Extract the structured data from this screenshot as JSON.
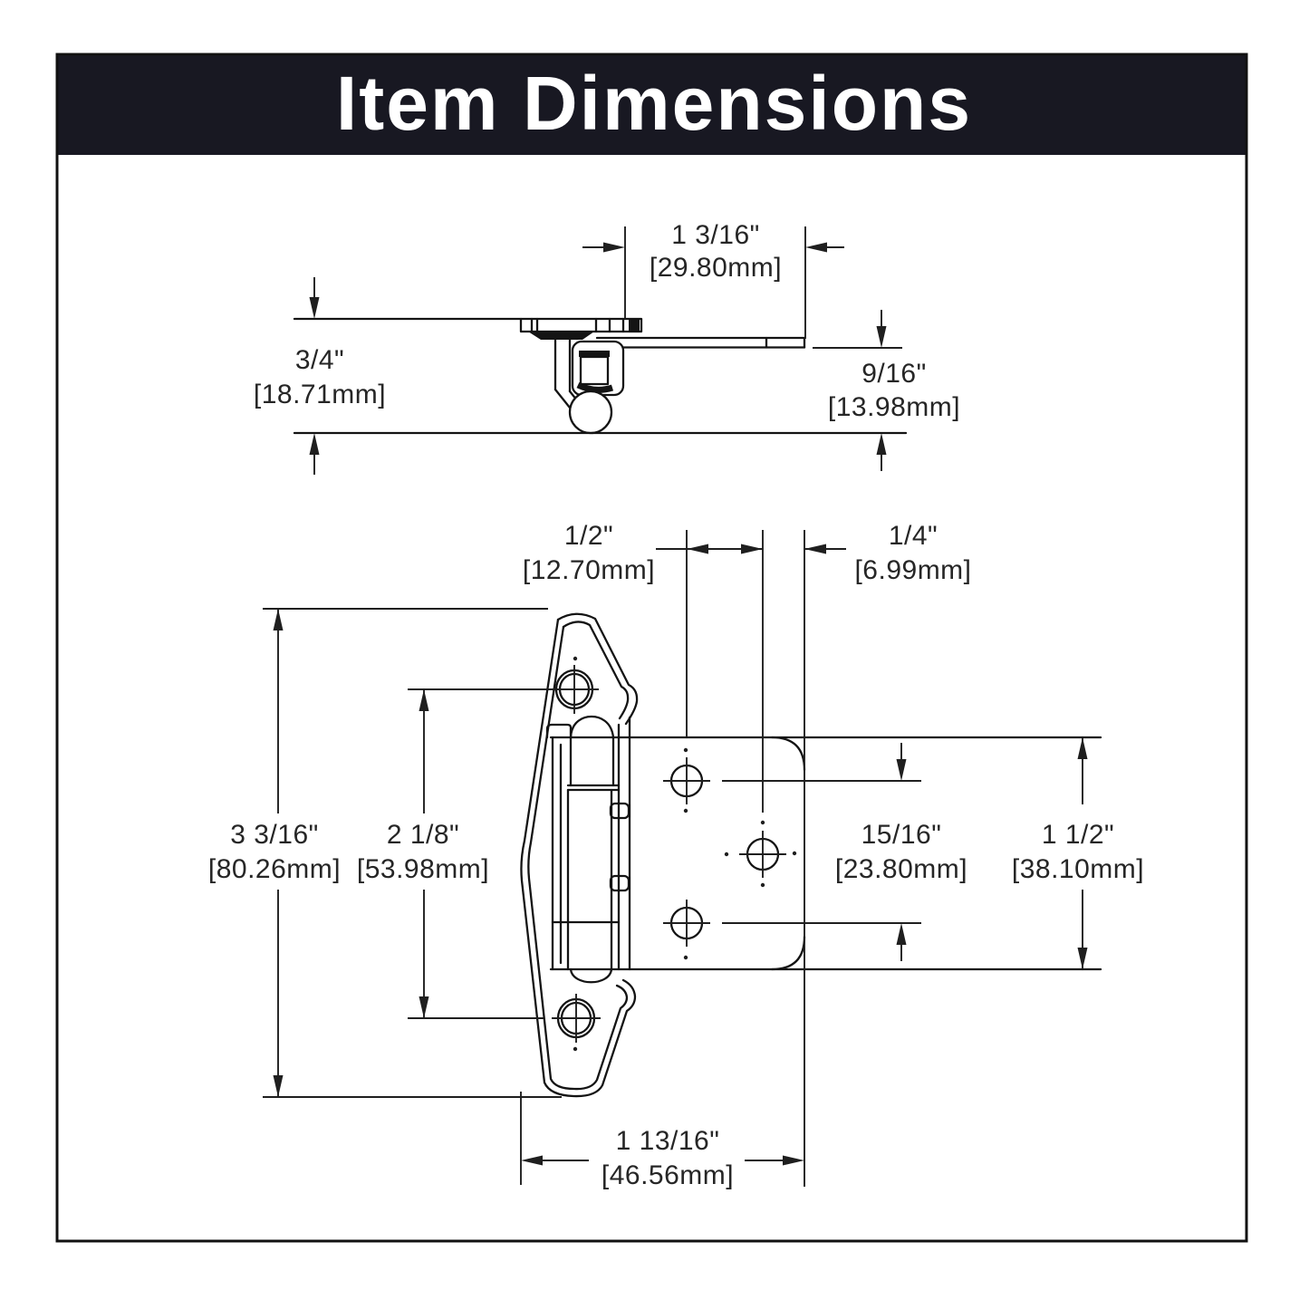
{
  "header": {
    "title": "Item Dimensions"
  },
  "colors": {
    "header_bg": "#181822",
    "border": "#111111",
    "line": "#1f1f1f",
    "text": "#262626",
    "background": "#ffffff"
  },
  "side_view": {
    "top_width": {
      "in": "1 3/16\"",
      "mm": "[29.80mm]"
    },
    "total_height": {
      "in": "3/4\"",
      "mm": "[18.71mm]"
    },
    "leaf_height": {
      "in": "9/16\"",
      "mm": "[13.98mm]"
    }
  },
  "top_view": {
    "hole_offset": {
      "in": "1/2\"",
      "mm": "[12.70mm]"
    },
    "edge_offset": {
      "in": "1/4\"",
      "mm": "[6.99mm]"
    },
    "frame_wing_height": {
      "in": "3 3/16\"",
      "mm": "[80.26mm]"
    },
    "frame_hole_spacing": {
      "in": "2 1/8\"",
      "mm": "[53.98mm]"
    },
    "door_hole_spacing": {
      "in": "15/16\"",
      "mm": "[23.80mm]"
    },
    "door_wing_height": {
      "in": "1 1/2\"",
      "mm": "[38.10mm]"
    },
    "overall_width": {
      "in": "1 13/16\"",
      "mm": "[46.56mm]"
    }
  }
}
